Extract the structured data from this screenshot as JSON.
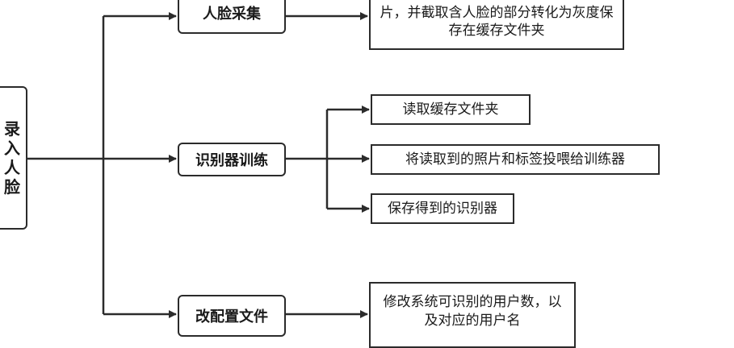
{
  "root": {
    "chars": [
      "录",
      "入",
      "人",
      "脸"
    ]
  },
  "branches": [
    {
      "label": "人脸采集",
      "leaves": [
        "从摄像头的视频流中提取一帧帧的图片，并截取含人脸的部分转化为灰度保存在缓存文件夹"
      ]
    },
    {
      "label": "识别器训练",
      "leaves": [
        "读取缓存文件夹",
        "将读取到的照片和标签投喂给训练器",
        "保存得到的识别器"
      ]
    },
    {
      "label": "改配置文件",
      "leaves": [
        "修改系统可识别的用户数，以及对应的用户名"
      ]
    }
  ]
}
